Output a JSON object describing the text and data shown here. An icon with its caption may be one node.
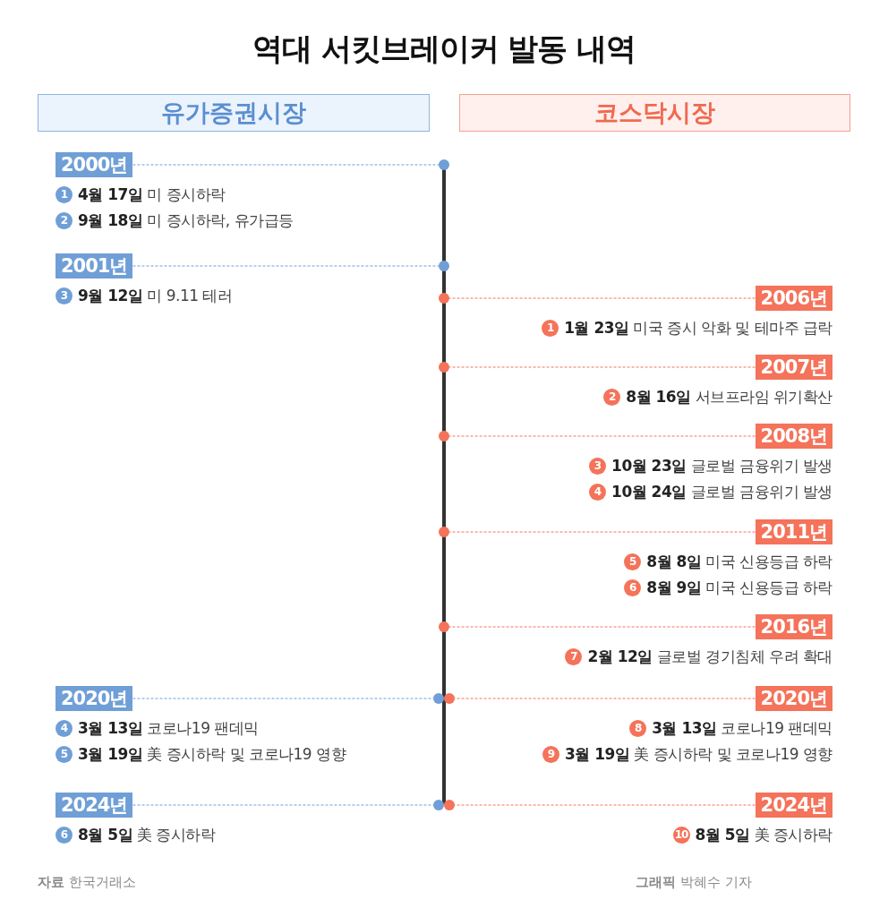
{
  "diagram": {
    "title": "역대 서킷브레이커 발동 내역",
    "nodes": [
      {
        "text": [
          "유가증권시장"
        ]
      },
      {
        "text": [
          "코스닥시장"
        ]
      },
      {
        "text": [
          "2000년"
        ],
        "beside": [
          "1",
          "**4월 17일** 미 증시하락",
          "2",
          "**9월 18일** 미 증시하락, 유가급등"
        ]
      },
      {
        "text": [
          "2001년"
        ],
        "beside": [
          "3",
          "**9월 12일** 미 9.11 테러"
        ]
      },
      {
        "text": [
          "2020년"
        ],
        "beside": [
          "4",
          "**3월 13일** 코로나19 팬데믹",
          "5",
          "**3월 19일** 美 증시하락 및 코로나19 영향"
        ]
      },
      {
        "text": [
          "2024년"
        ],
        "beside": [
          "6",
          "**8월 5일** 美 증시하락"
        ]
      },
      {
        "text": [
          "2006년"
        ],
        "beside": [
          "1",
          "**1월 23일** 미국 증시 악화 및 테마주 급락"
        ]
      },
      {
        "text": [
          "2007년"
        ],
        "beside": [
          "2",
          "**8월 16일** 서브프라임 위기확산"
        ]
      },
      {
        "text": [
          "2008년"
        ],
        "beside": [
          "3",
          "**10월 23일** 글로벌 금융위기 발생",
          "4",
          "**10월 24일** 글로벌 금융위기 발생"
        ]
      },
      {
        "text": [
          "2011년"
        ],
        "beside": [
          "5",
          "**8월 8일** 미국 신용등급 하락",
          "6",
          "**8월 9일** 미국 신용등급 하락"
        ]
      },
      {
        "text": [
          "2016년"
        ],
        "beside": [
          "7",
          "**2월 12일** 글로벌 경기침체 우려 확대"
        ]
      },
      {
        "text": [
          "2020년"
        ],
        "beside": [
          "8",
          "**3월 13일** 코로나19 팬데믹",
          "9",
          "**3월 19일** 美 증시하락 및 코로나19 영향"
        ]
      },
      {
        "text": [
          "2024년"
        ],
        "beside": [
          "10",
          "**8월 5일** 美 증시하락"
        ]
      },
      {
        "text": [],
        "shape": "circle"
      },
      {
        "text": [],
        "shape": "circle"
      },
      {
        "text": [],
        "shape": "circle"
      },
      {
        "text": [],
        "shape": "circle"
      },
      {
        "text": [],
        "shape": "circle"
      },
      {
        "text": [],
        "shape": "circle"
      },
      {
        "text": [],
        "shape": "circle"
      },
      {
        "text": [],
        "shape": "circle"
      },
      {
        "text": [],
        "shape": "circle"
      },
      {
        "text": [],
        "shape": "circle"
      },
      {
        "text": [],
        "shape": "circle"
      }
    ],
    "edges": [
      {
        "from": 2,
        "to": 13,
        "arrow": "none",
        "style": "dashed",
        "color": "#6f9fd6"
      },
      {
        "from": 3,
        "to": 14,
        "arrow": "none",
        "style": "dashed",
        "color": "#6f9fd6"
      },
      {
        "from": 6,
        "to": 15,
        "arrow": "none",
        "style": "dashed",
        "color": "#f4735a"
      },
      {
        "from": 7,
        "to": 16,
        "arrow": "none",
        "style": "dashed",
        "color": "#f4735a"
      },
      {
        "from": 8,
        "to": 17,
        "arrow": "none",
        "style": "dashed",
        "color": "#f4735a"
      },
      {
        "from": 9,
        "to": 18,
        "arrow": "none",
        "style": "dashed",
        "color": "#f4735a"
      },
      {
        "from": 10,
        "to": 19,
        "arrow": "none",
        "style": "dashed",
        "color": "#f4735a"
      },
      {
        "from": 4,
        "to": 20,
        "arrow": "none",
        "style": "dashed",
        "color": "#6f9fd6"
      },
      {
        "from": 11,
        "to": 21,
        "arrow": "none",
        "style": "dashed",
        "color": "#f4735a"
      },
      {
        "from": 5,
        "to": 22,
        "arrow": "none",
        "style": "dashed",
        "color": "#6f9fd6"
      },
      {
        "from": 12,
        "to": 23,
        "arrow": "none",
        "style": "dashed",
        "color": "#f4735a"
      }
    ],
    "labels": [
      "**자료** 한국거래소",
      "**그래픽** 박혜수 기자"
    ]
  }
}
